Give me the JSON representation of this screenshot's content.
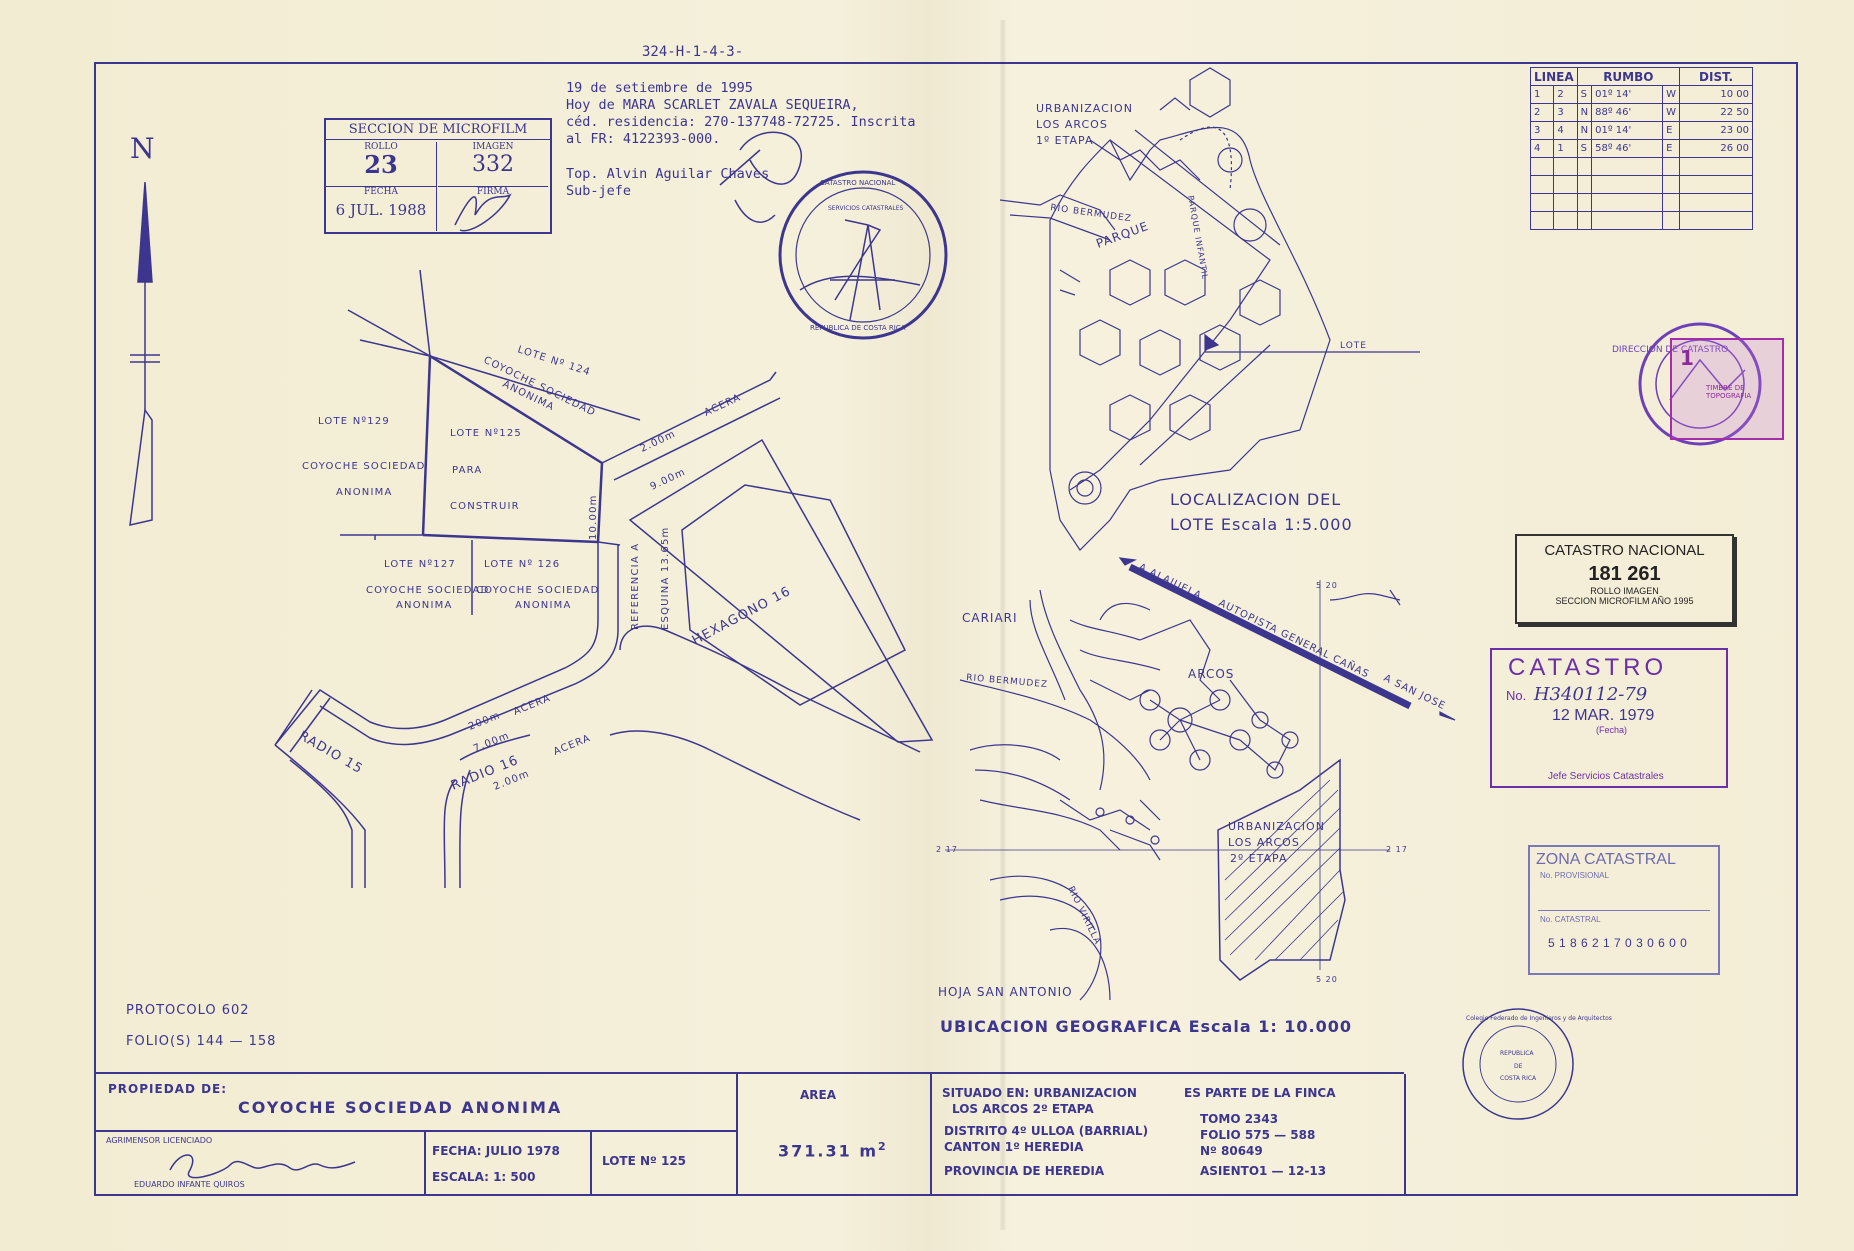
{
  "top_code": "324-H-1-4-3-",
  "microfilm_stamp": {
    "title": "SECCION DE MICROFILM",
    "rollo_label": "ROLLO",
    "rollo": "23",
    "imagen_label": "IMAGEN",
    "imagen": "332",
    "fecha_label": "FECHA",
    "fecha": "6 JUL. 1988",
    "firma_label": "FIRMA"
  },
  "note": {
    "line1": "19 de setiembre de 1995",
    "line2": "Hoy de  MARA SCARLET ZAVALA SEQUEIRA,",
    "line3": "céd. residencia: 270-137748-72725. Inscrita",
    "line4": "al FR: 4122393-000.",
    "line5": "Top. Alvin Aguilar Chaves",
    "line6": "Sub-jefe"
  },
  "north": "N",
  "survey_seal": {
    "top": "CATASTRO NACIONAL",
    "inner": "SERVICIOS CATASTRALES",
    "bottom": "REPUBLICA DE COSTA RICA"
  },
  "plan": {
    "lote124": "LOTE   Nº 124",
    "lote124_owner1": "COYOCHE SOCIEDAD",
    "lote124_owner2": "ANONIMA",
    "lote129": "LOTE   Nº129",
    "lote129_owner1": "COYOCHE SOCIEDAD",
    "lote129_owner2": "ANONIMA",
    "lote125": "LOTE  Nº125",
    "lote125_use1": "PARA",
    "lote125_use2": "CONSTRUIR",
    "lote127": "LOTE  Nº127",
    "lote127_owner1": "COYOCHE SOCIEDAD",
    "lote127_owner2": "ANONIMA",
    "lote126": "LOTE   Nº 126",
    "lote126_owner1": "COYOCHE SOCIEDAD",
    "lote126_owner2": "ANONIMA",
    "acera": "ACERA",
    "d200": "2.00m",
    "d900": "9.00m",
    "d1000": "10.00m",
    "referencia": "REFERENCIA  A",
    "esquina": "ESQUINA 13.65m",
    "hexagono": "HEXAGONO  16",
    "radio15": "RADIO  15",
    "radio16": "RADIO     16",
    "d700": "7.00m",
    "d200b": "200m",
    "d200c": "2.00m"
  },
  "rumbo_table": {
    "headers": [
      "LINEA",
      "RUMBO",
      "DIST."
    ],
    "rows": [
      [
        "1",
        "2",
        "S",
        "01º 14'",
        "W",
        "10 00"
      ],
      [
        "2",
        "3",
        "N",
        "88º 46'",
        "W",
        "22 50"
      ],
      [
        "3",
        "4",
        "N",
        "01º 14'",
        "E",
        "23 00"
      ],
      [
        "4",
        "1",
        "S",
        "58º 46'",
        "E",
        "26 00"
      ]
    ]
  },
  "localizacion": {
    "urb1": "URBANIZACION",
    "urb2": "LOS ARCOS",
    "urb3": "1º ETAPA",
    "rio": "RIO  BERMUDEZ",
    "parque": "PARQUE",
    "parque_inf": "PARQUE INFANTIL",
    "lote": "LOTE",
    "title1": "LOCALIZACION DEL",
    "title2": "LOTE Escala 1:5.000"
  },
  "ubicacion": {
    "alajuela": "A ALAJUELA",
    "autopista": "AUTOPISTA   GENERAL  CAÑAS",
    "sanjose": "A SAN JOSE",
    "cariari": "CARIARI",
    "rio_bermudez": "RIO  BERMUDEZ",
    "arcos": "ARCOS",
    "urb1": "URBANIZACION",
    "urb2": "LOS ARCOS",
    "urb3": "2º ETAPA",
    "rio_virilla": "RIO VIRILLA",
    "hoja": "HOJA   SAN  ANTONIO",
    "title": "UBICACION  GEOGRAFICA  Escala 1: 10.000",
    "g520": "5 20",
    "g5_20": "5 20",
    "g2_17a": "2 17",
    "g2_17b": "2 17"
  },
  "cat_nacional": {
    "title": "CATASTRO NACIONAL",
    "number": "181 261",
    "l1": "ROLLO IMAGEN",
    "l2": "SECCION MICROFILM AÑO 1995"
  },
  "catastro": {
    "title": "CATASTRO",
    "no_label": "No.",
    "no": "H340112-79",
    "date": "12 MAR. 1979",
    "fecha": "(Fecha)",
    "jefe": "Jefe Servicios Catastrales"
  },
  "zona": {
    "title": "ZONA CATASTRAL",
    "prov": "No. PROVISIONAL",
    "cat": "No. CATASTRAL",
    "number": "5 1 8 6 2 1 7 0 3 0 6 0 0"
  },
  "direccion_stamp": {
    "text": "DIRECCION DE CATASTRO",
    "timbre": "TIMBRE DE TOPOGRAFIA",
    "value": "1"
  },
  "colegio_stamp": {
    "ring": "Colegio Federado de Ingenieros y de Arquitectos",
    "center1": "REPUBLICA",
    "center2": "DE",
    "center3": "COSTA RICA"
  },
  "protocolo": "PROTOCOLO  602",
  "folio": "FOLIO(S)  144 — 158",
  "title_block": {
    "propiedad_label": "PROPIEDAD DE:",
    "propiedad": "COYOCHE  SOCIEDAD  ANONIMA",
    "agrimensor": "AGRIMENSOR    LICENCIADO",
    "agrimensor_name": "EDUARDO    INFANTE    QUIROS",
    "fecha": "FECHA: JULIO 1978",
    "escala": "ESCALA: 1: 500",
    "lote": "LOTE Nº 125",
    "area_label": "AREA",
    "area": "371.31 m",
    "area_unit": "2",
    "situado1": "SITUADO EN: URBANIZACION",
    "situado2": "LOS  ARCOS 2º ETAPA",
    "distrito": "DISTRITO 4º ULLOA (BARRIAL)",
    "canton": "CANTON    1º HEREDIA",
    "provincia": "PROVINCIA DE HEREDIA",
    "finca_label": "ES PARTE DE LA FINCA",
    "tomo": "TOMO  2343",
    "folio": "FOLIO  575 — 588",
    "numero": "Nº      80649",
    "asiento": "ASIENTO1 — 12-13"
  }
}
